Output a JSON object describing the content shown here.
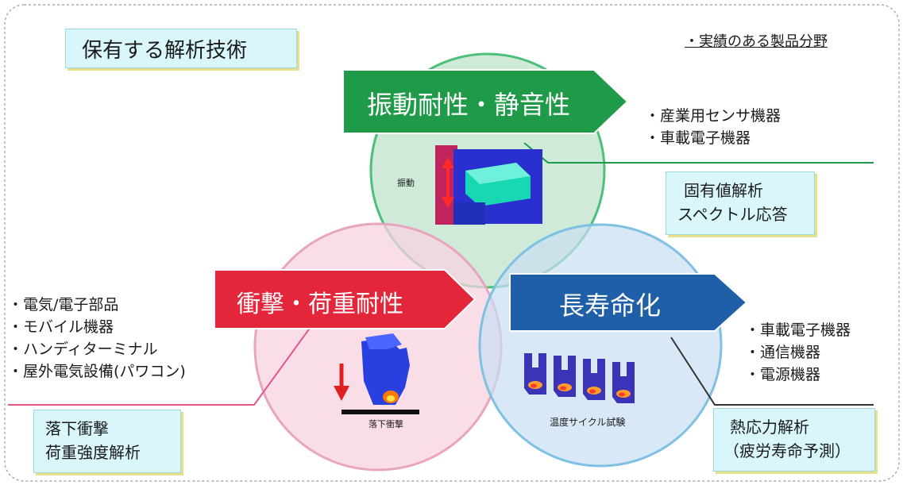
{
  "header": {
    "title": "保有する解析技術",
    "product_field_label": "・実績のある製品分野"
  },
  "categories": [
    {
      "id": "vibration",
      "title": "振動耐性・静音性",
      "color": "#1f9a48",
      "image_caption": "振動",
      "products": [
        "・産業用センサ機器",
        "・車載電子機器"
      ],
      "analysis": [
        "固有値解析",
        "スペクトル応答"
      ]
    },
    {
      "id": "impact",
      "title": "衝撃・荷重耐性",
      "color": "#e4263a",
      "image_caption": "落下衝撃",
      "products": [
        "・電気/電子部品",
        "・モバイル機器",
        "・ハンディターミナル",
        "・屋外電気設備(パワコン)"
      ],
      "analysis": [
        "落下衝撃",
        "荷重強度解析"
      ]
    },
    {
      "id": "longevity",
      "title": "長寿命化",
      "color": "#1f5fa8",
      "image_caption": "温度サイクル試験",
      "products": [
        "・車載電子機器",
        "・通信機器",
        "・電源機器"
      ],
      "analysis": [
        "熱応力解析",
        "（疲労寿命予測）"
      ]
    }
  ],
  "colors": {
    "circle_green": "#bfe3cc",
    "circle_pink": "#f7d3e0",
    "circle_blue": "#c9def2",
    "analysis_box": "#d9f7fb"
  }
}
